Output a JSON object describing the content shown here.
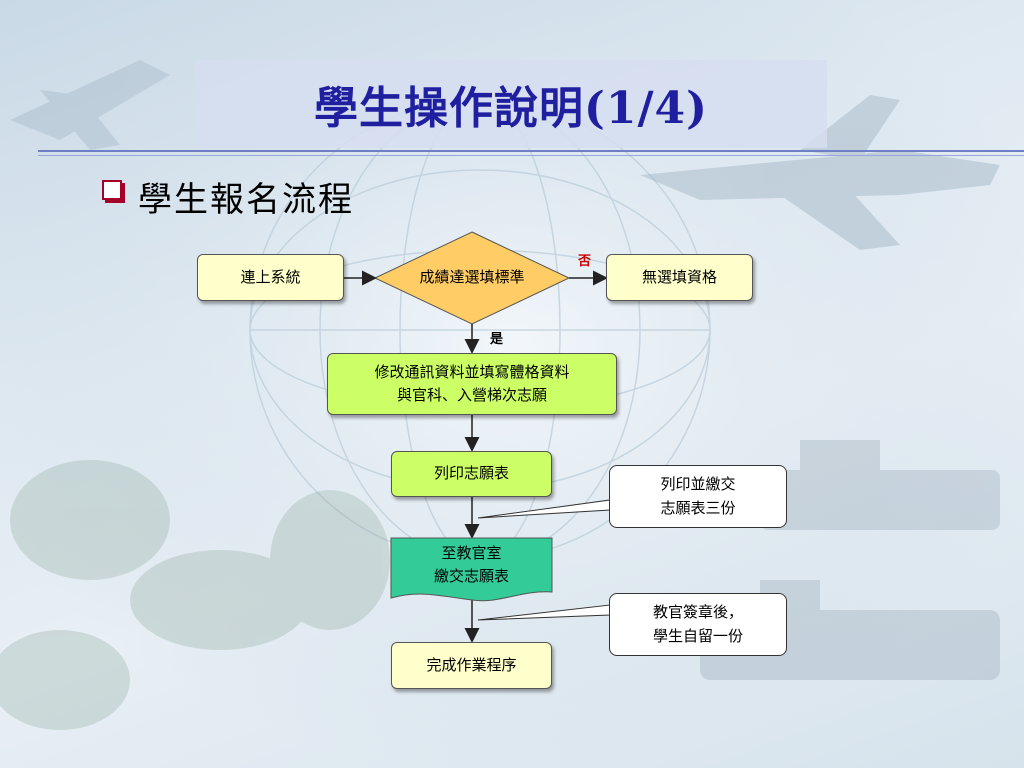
{
  "slide": {
    "title": "學生操作說明(1/4)",
    "subtitle": "學生報名流程"
  },
  "flow": {
    "start": "連上系統",
    "decision": "成績達選填標準",
    "no_label": "否",
    "no_result": "無選填資格",
    "yes_label": "是",
    "step1_line1": "修改通訊資料並填寫體格資料",
    "step1_line2": "與官科、入營梯次志願",
    "step2": "列印志願表",
    "step3_line1": "至教官室",
    "step3_line2": "繳交志願表",
    "step4": "完成作業程序",
    "note1_line1": "列印並繳交",
    "note1_line2": "志願表三份",
    "note2_line1": "教官簽章後，",
    "note2_line2": "學生自留一份"
  },
  "colors": {
    "title": "#1f1fa0",
    "terminal_fill": "#ffffcc",
    "process_fill": "#ccff66",
    "decision_fill": "#ffcc66",
    "document_fill": "#33cc99",
    "no_label": "#cc0000"
  }
}
